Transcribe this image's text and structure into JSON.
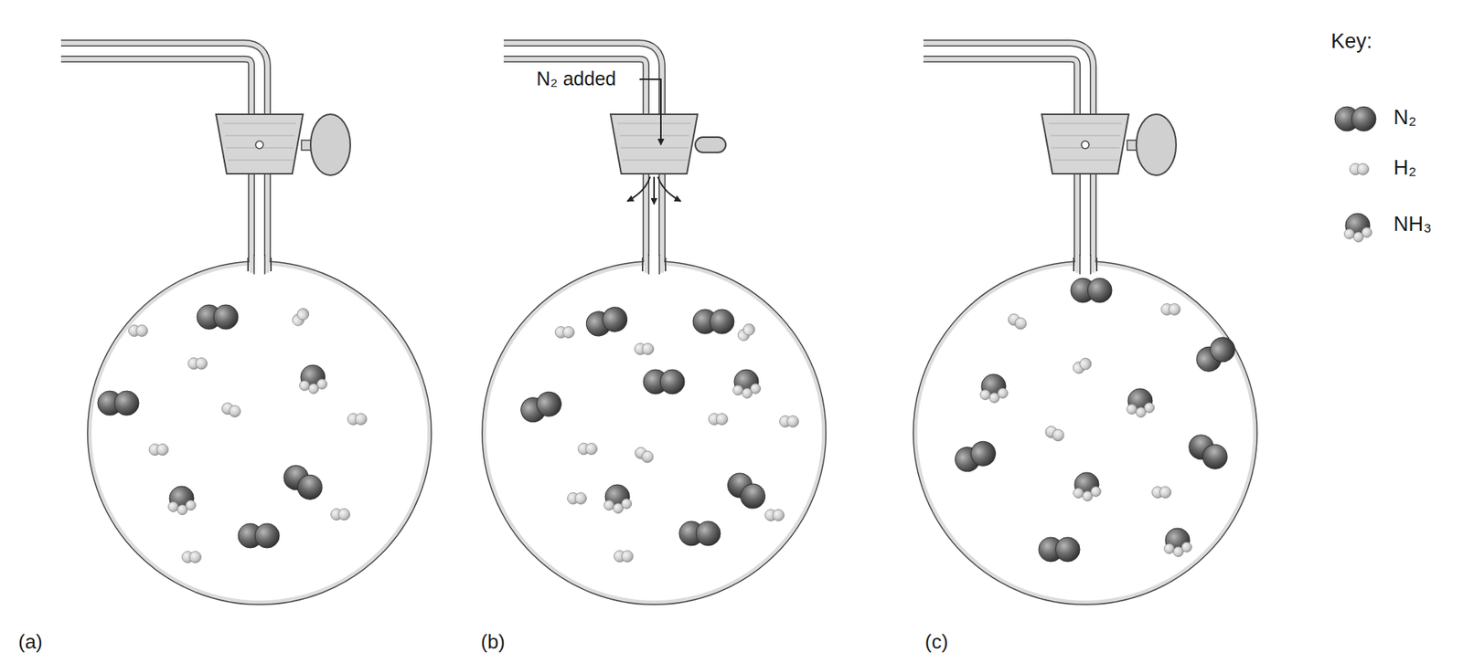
{
  "diagram": {
    "labels": [
      "N₂ added",
      "(a)",
      "(b)",
      "(c)",
      "Key:"
    ],
    "legend": [
      {
        "text": "N₂"
      },
      {
        "text": "H₂"
      },
      {
        "text": "NH₃"
      }
    ]
  }
}
